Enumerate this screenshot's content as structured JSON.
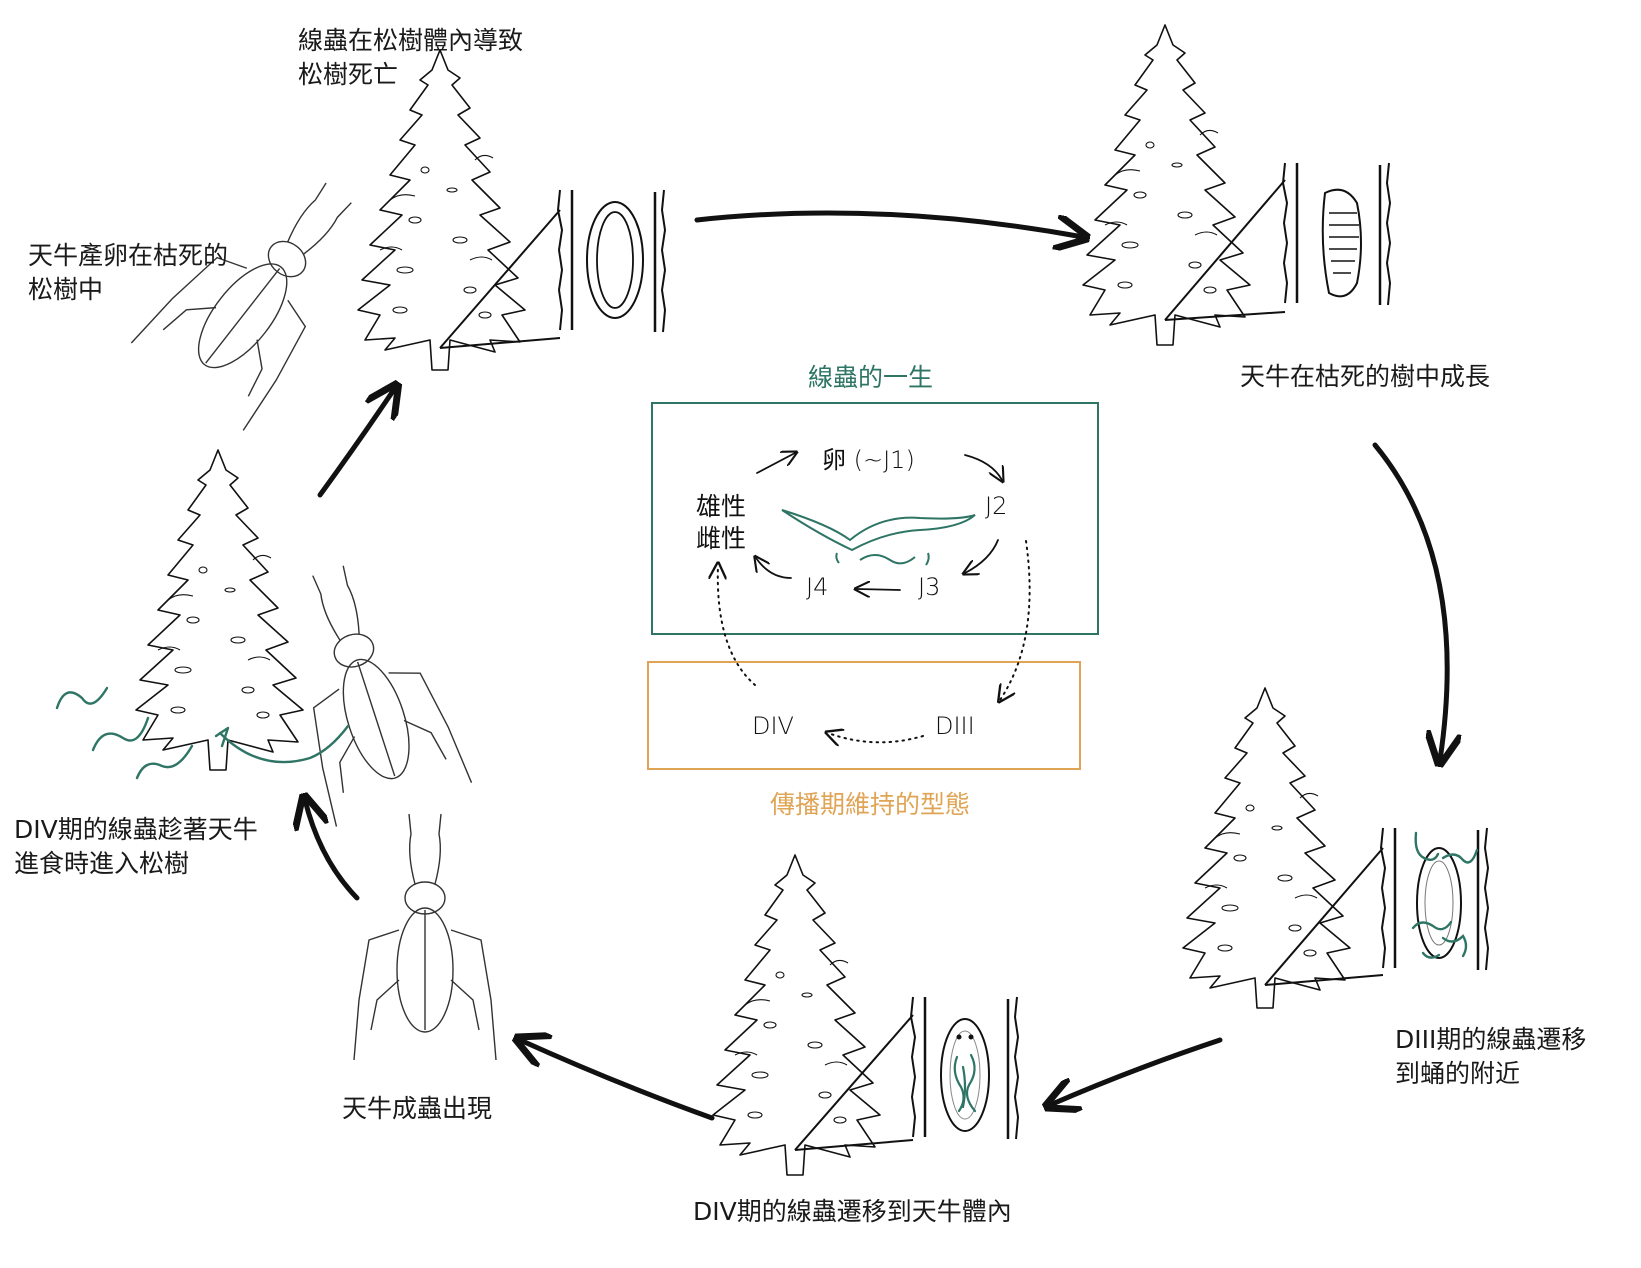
{
  "colors": {
    "ink": "#111111",
    "nematode_green": "#2e7565",
    "dispersal_orange": "#e0a455",
    "background": "#ffffff"
  },
  "cycle_stages": [
    {
      "id": "stage-1",
      "label": "線蟲在松樹體內導致\n松樹死亡"
    },
    {
      "id": "stage-2",
      "label": "天牛在枯死的樹中成長"
    },
    {
      "id": "stage-3",
      "label": "DIII期的線蟲遷移\n到蛹的附近"
    },
    {
      "id": "stage-4",
      "label": "DIV期的線蟲遷移到天牛體內"
    },
    {
      "id": "stage-5",
      "label": "天牛成蟲出現"
    },
    {
      "id": "stage-6",
      "label": "DIV期的線蟲趁著天牛\n進食時進入松樹"
    },
    {
      "id": "stage-7",
      "label": "天牛產卵在枯死的\n松樹中"
    }
  ],
  "nematode_lifecycle": {
    "title": "線蟲的一生",
    "egg": "卵 (~J1)",
    "j2": "J2",
    "j3": "J3",
    "j4": "J4",
    "adult_male": "雄性",
    "adult_female": "雌性"
  },
  "dispersal": {
    "title": "傳播期維持的型態",
    "diii": "DIII",
    "div": "DIV"
  },
  "icons": [
    "pine-tree-icon",
    "beetle-icon",
    "egg-in-wood-icon",
    "larva-in-wood-icon",
    "pupa-with-nematodes-icon",
    "nematode-worm-icon",
    "cycle-arrow-icon"
  ]
}
